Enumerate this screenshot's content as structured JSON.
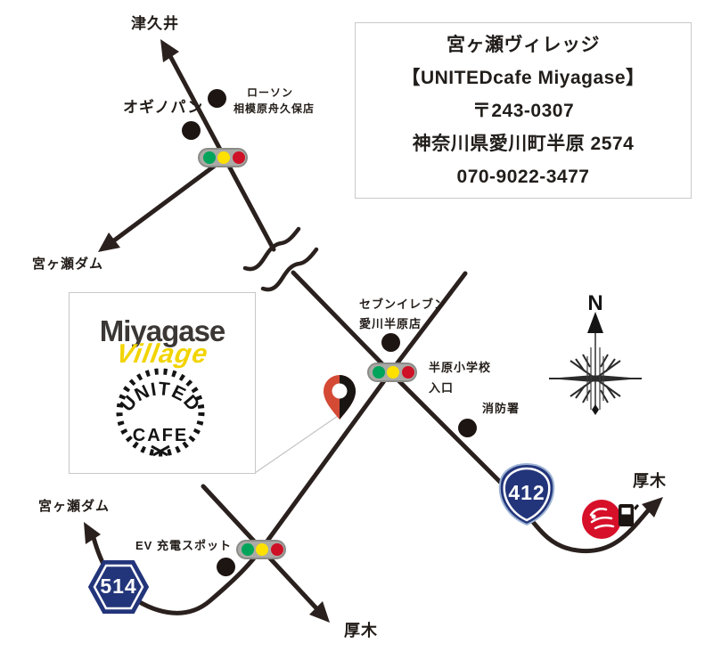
{
  "info_box": {
    "line1": "宮ヶ瀬ヴィレッジ",
    "line2": "【UNITEDcafe Miyagase】",
    "line3": "〒243-0307",
    "line4": "神奈川県愛川町半原 2574",
    "line5": "070-9022-3477"
  },
  "logo_box": {
    "title": "Miyagase",
    "subtitle": "Village",
    "wreath_top": "UNITED",
    "wreath_bottom": "CAFE"
  },
  "labels": {
    "tsukui": "津久井",
    "oginopan": "オギノパン",
    "lawson_line1": "ローソン",
    "lawson_line2": "相模原舟久保店",
    "miyagase_dam_top": "宮ヶ瀬ダム",
    "seven_eleven_line1": "セブンイレブン",
    "seven_eleven_line2": "愛川半原店",
    "school_line1": "半原小学校",
    "school_line2": "入口",
    "fire_station": "消防署",
    "atsugi_right": "厚木",
    "miyagase_dam_bottom": "宮ヶ瀬ダム",
    "ev_spot": "EV 充電スポット",
    "atsugi_bottom": "厚木",
    "compass_n": "N"
  },
  "route_shields": {
    "route_412": "412",
    "route_514": "514"
  },
  "colors": {
    "road": "#2a211e",
    "shield_navy": "#23357a",
    "traffic_green": "#00a45a",
    "traffic_yellow": "#ffe100",
    "traffic_red": "#ce1126",
    "pin_red": "#d44a35",
    "gas_logo_red": "#d7102a",
    "logo_yellow": "#f2d400"
  }
}
